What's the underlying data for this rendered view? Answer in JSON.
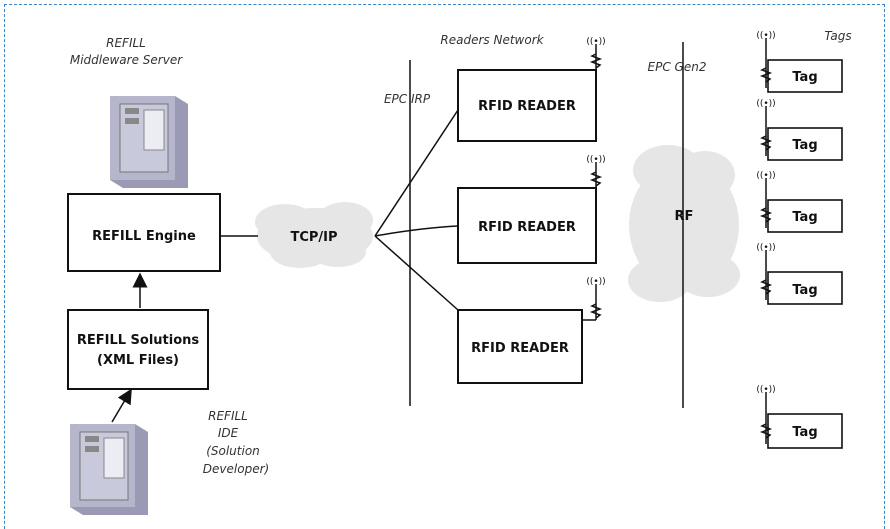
{
  "labels": {
    "middleware_line1": "REFILL",
    "middleware_line2": "Middleware Server",
    "readers_network": "Readers Network",
    "epc_irp": "EPC IRP",
    "epc_gen2": "EPC Gen2",
    "tags": "Tags",
    "ide_line1": "REFILL",
    "ide_line2": "IDE",
    "ide_line3": "(Solution",
    "ide_line4": "Developer)"
  },
  "boxes": {
    "engine": "REFILL Engine",
    "solutions_line1": "REFILL Solutions",
    "solutions_line2": "(XML Files)",
    "reader1": "RFID READER",
    "reader2": "RFID READER",
    "reader3": "RFID READER"
  },
  "clouds": {
    "tcpip": "TCP/IP",
    "rf": "RF"
  },
  "tags": [
    "Tag",
    "Tag",
    "Tag",
    "Tag",
    "Tag"
  ],
  "antenna_symbol": "((•))",
  "colors": {
    "frame": "#3a86c8",
    "cloud": "#e6e6e6",
    "server_body": "#9a9ab4",
    "server_front": "#c9c9dc",
    "server_screen": "#ececf5"
  }
}
